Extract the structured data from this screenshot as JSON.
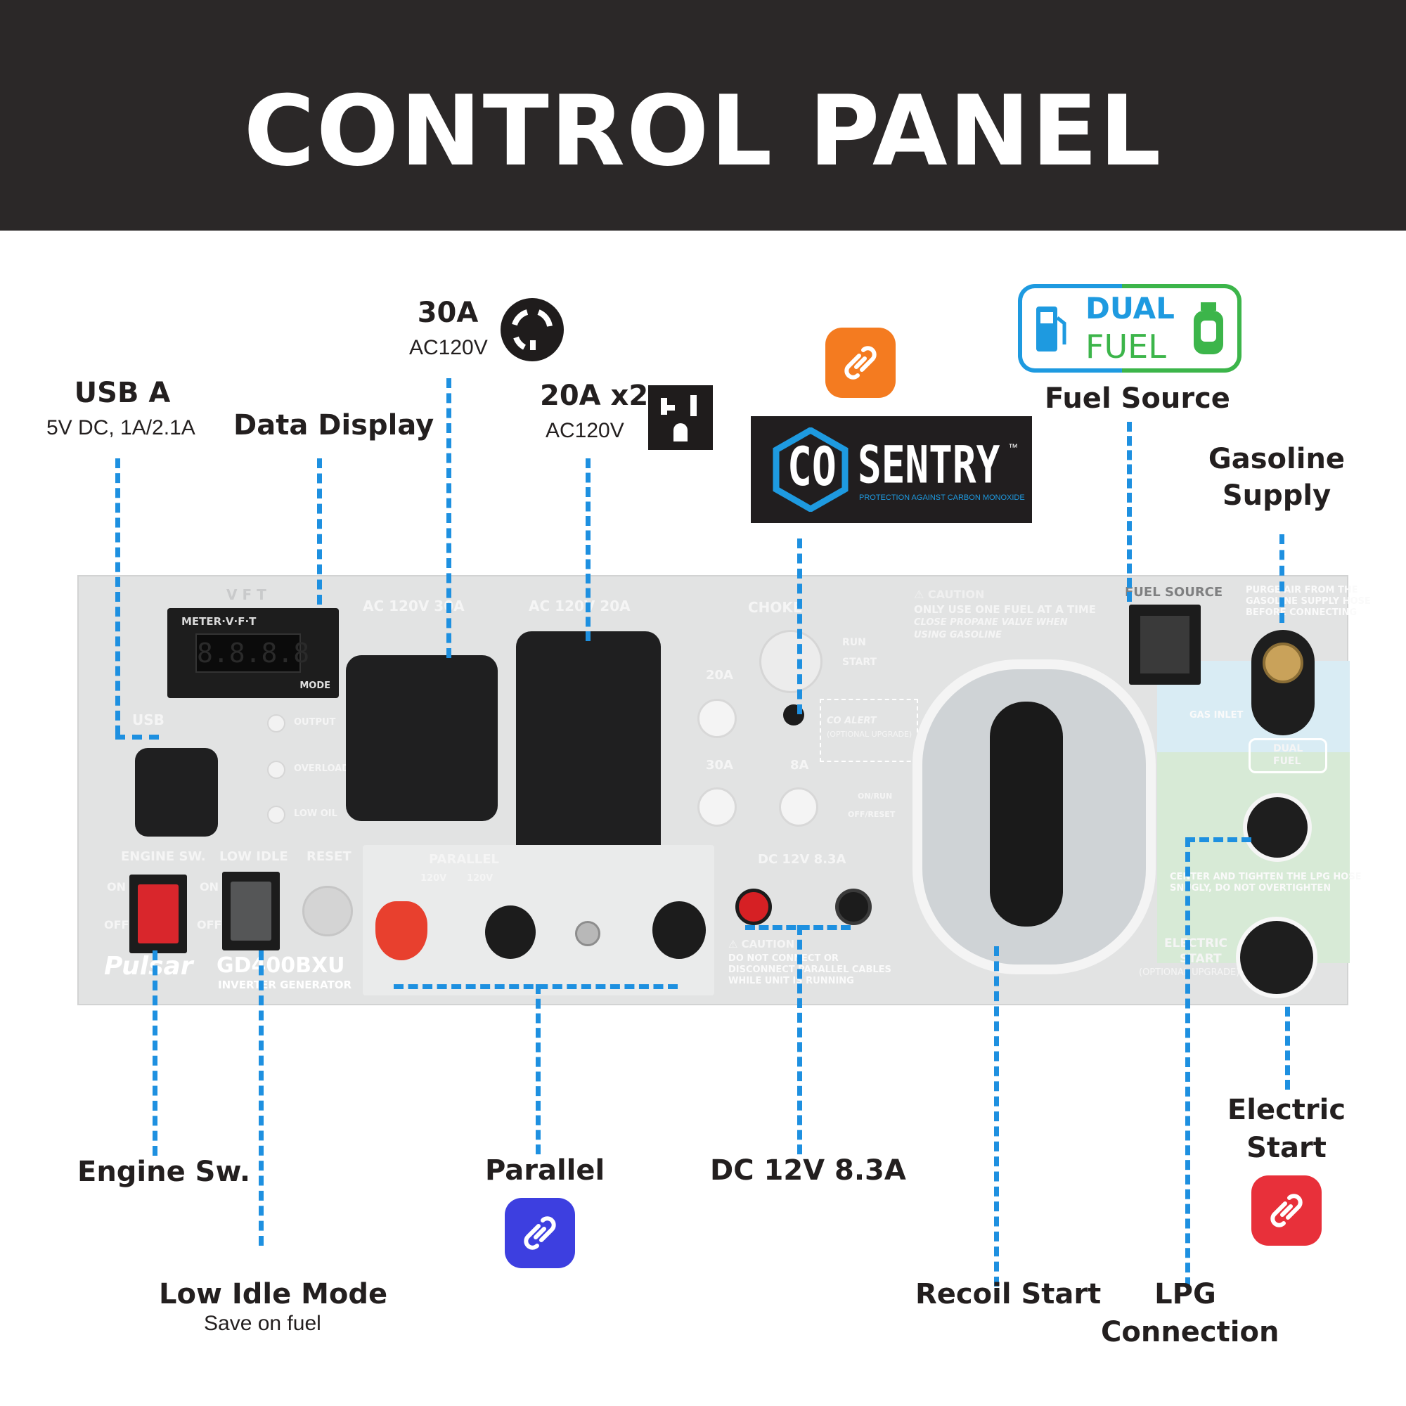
{
  "header": {
    "title": "CONTROL PANEL"
  },
  "callouts": {
    "usb": {
      "title": "USB A",
      "detail": "5V DC, 1A/2.1A"
    },
    "data_display": {
      "title": "Data Display"
    },
    "outlet_30a": {
      "title": "30A",
      "detail": "AC120V"
    },
    "outlet_20a": {
      "title": "20A x2",
      "detail": "AC120V"
    },
    "fuel_source": {
      "title": "Fuel Source"
    },
    "gasoline_supply": {
      "line1": "Gasoline",
      "line2": "Supply"
    },
    "engine_switch": {
      "title": "Engine Sw."
    },
    "low_idle": {
      "title": "Low Idle Mode",
      "detail": "Save on fuel"
    },
    "parallel": {
      "title": "Parallel"
    },
    "dc_12v": {
      "title": "DC 12V 8.3A"
    },
    "recoil_start": {
      "title": "Recoil Start"
    },
    "lpg_connection": {
      "line1": "LPG",
      "line2": "Connection"
    },
    "electric_start": {
      "line1": "Electric",
      "line2": "Start"
    }
  },
  "logos": {
    "co_sentry": {
      "co": "CO",
      "sentry": "SENTRY",
      "tm": "™",
      "tagline": "PROTECTION AGAINST CARBON MONOXIDE"
    },
    "dual_fuel": {
      "line1": "DUAL",
      "line2": "FUEL"
    }
  },
  "panel": {
    "vft": "V F T",
    "meter_label": "METER·V·F·T",
    "meter_digits": "8.8.8.8",
    "mode": "MODE",
    "ac_30": "AC 120V 30A",
    "ac_20": "AC 120V 20A",
    "choke": "CHOKE",
    "run": "RUN",
    "start": "START",
    "caution_title": "⚠ CAUTION",
    "caution_text1": "ONLY USE ONE FUEL AT A TIME",
    "caution_text2": "CLOSE PROPANE VALVE WHEN",
    "caution_text3": "USING GASOLINE",
    "fuel_source": "FUEL SOURCE",
    "usb": "USB",
    "output": "OUTPUT",
    "overload": "OVERLOAD",
    "low_oil": "LOW OIL",
    "breaker_20a": "20A",
    "breaker_30a": "30A",
    "breaker_8a": "8A",
    "co_alert": "CO ALERT",
    "co_alert_sub": "(OPTIONAL UPGRADE)",
    "on_run": "ON/RUN",
    "off_reset": "OFF/RESET",
    "engine_sw": "ENGINE SW.",
    "low_idle": "LOW IDLE",
    "reset": "RESET",
    "on": "ON",
    "off": "OFF",
    "parallel": "PARALLEL",
    "v120_a": "120V",
    "v120_b": "120V",
    "dc_label": "DC 12V 8.3A",
    "dc_caution_title": "⚠ CAUTION",
    "dc_caution1": "DO NOT CONNECT OR",
    "dc_caution2": "DISCONNECT PARALLEL CABLES",
    "dc_caution3": "WHILE UNIT IS RUNNING",
    "brand": "Pulsar",
    "model": "GD400BXU",
    "model_sub": "INVERTER GENERATOR",
    "electric_start1": "ELECTRIC",
    "electric_start2": "START",
    "electric_start3": "(OPTIONAL UPGRADE)",
    "gas_inlet": "GAS INLET",
    "lpg_note1": "CENTER AND TIGHTEN THE LPG HOSE",
    "lpg_note2": "SNUGLY, DO NOT OVERTIGHTEN",
    "purge_note1": "PURGE AIR FROM THE",
    "purge_note2": "GASOLINE SUPPLY HOSE",
    "purge_note3": "BEFORE CONNECTING",
    "mini_dual": "DUAL",
    "mini_fuel": "FUEL"
  },
  "colors": {
    "header_bg": "#2b2828",
    "leader": "#1e90e0",
    "badge_orange": "#f47b20",
    "badge_blue": "#3d3fe0",
    "badge_red": "#e8303a",
    "dual_blue": "#1e9ae0",
    "dual_green": "#3cb54a"
  },
  "icons": [
    "link-icon",
    "twist-lock-outlet-icon",
    "duplex-outlet-icon",
    "gas-pump-icon",
    "propane-tank-icon"
  ]
}
